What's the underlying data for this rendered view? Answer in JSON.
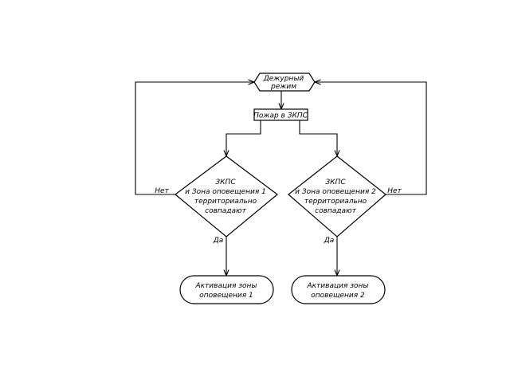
{
  "nodes": {
    "standby": {
      "lines": [
        "Дежурный",
        "режим"
      ]
    },
    "fire": {
      "lines": [
        "Пожар в ЗКПС"
      ]
    },
    "decision_1": {
      "lines": [
        "ЗКПС",
        "и Зона оповещения 1",
        "территориально",
        "совпадают"
      ]
    },
    "decision_2": {
      "lines": [
        "ЗКПС",
        "и Зона оповещения 2",
        "территориально",
        "совпадают"
      ]
    },
    "activation_1": {
      "lines": [
        "Активация зоны",
        "оповещения 1"
      ]
    },
    "activation_2": {
      "lines": [
        "Активация зоны",
        "оповещения 2"
      ]
    }
  },
  "labels": {
    "no_1": "Нет",
    "no_2": "Нет",
    "yes_1": "Да",
    "yes_2": "Да"
  }
}
